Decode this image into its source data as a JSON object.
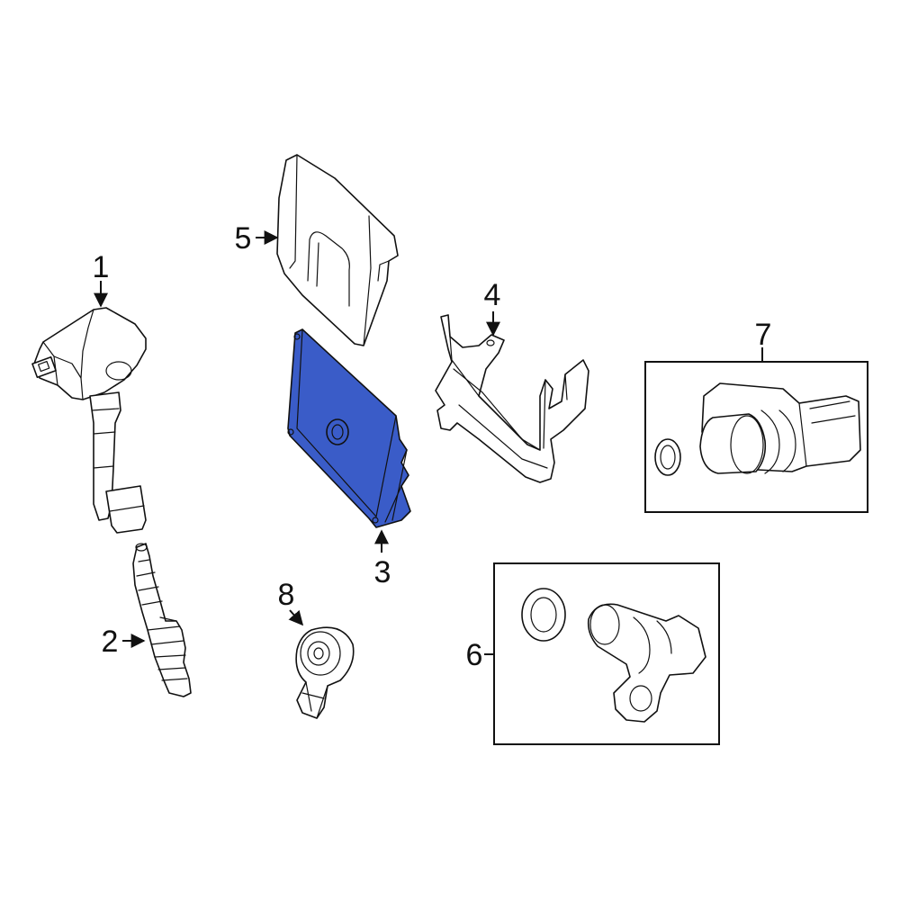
{
  "highlight_color": "#3a5cc8",
  "callouts": [
    {
      "label": "1"
    },
    {
      "label": "2"
    },
    {
      "label": "3"
    },
    {
      "label": "4"
    },
    {
      "label": "5"
    },
    {
      "label": "6"
    },
    {
      "label": "7"
    },
    {
      "label": "8"
    }
  ]
}
